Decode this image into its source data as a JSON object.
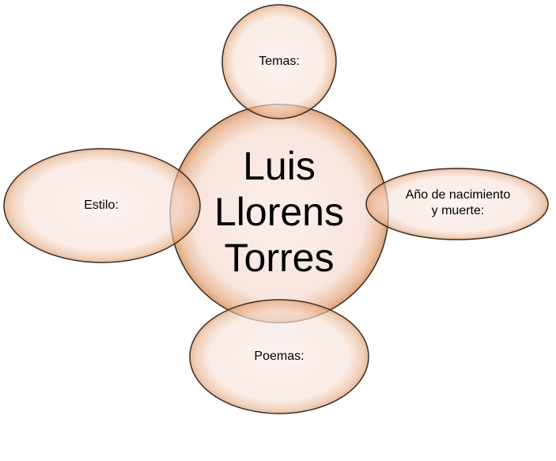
{
  "center": {
    "lines": [
      "Luis",
      "Llorens",
      "Torres"
    ]
  },
  "nodes": {
    "top": "Temas:",
    "left": "Estilo:",
    "right_line1": "Año de nacimiento",
    "right_line2": "y muerte:",
    "bottom": "Poemas:"
  },
  "colors": {
    "edge": "#e0a77c",
    "fill": "#fbeeea",
    "stroke": "#3a2a20"
  }
}
